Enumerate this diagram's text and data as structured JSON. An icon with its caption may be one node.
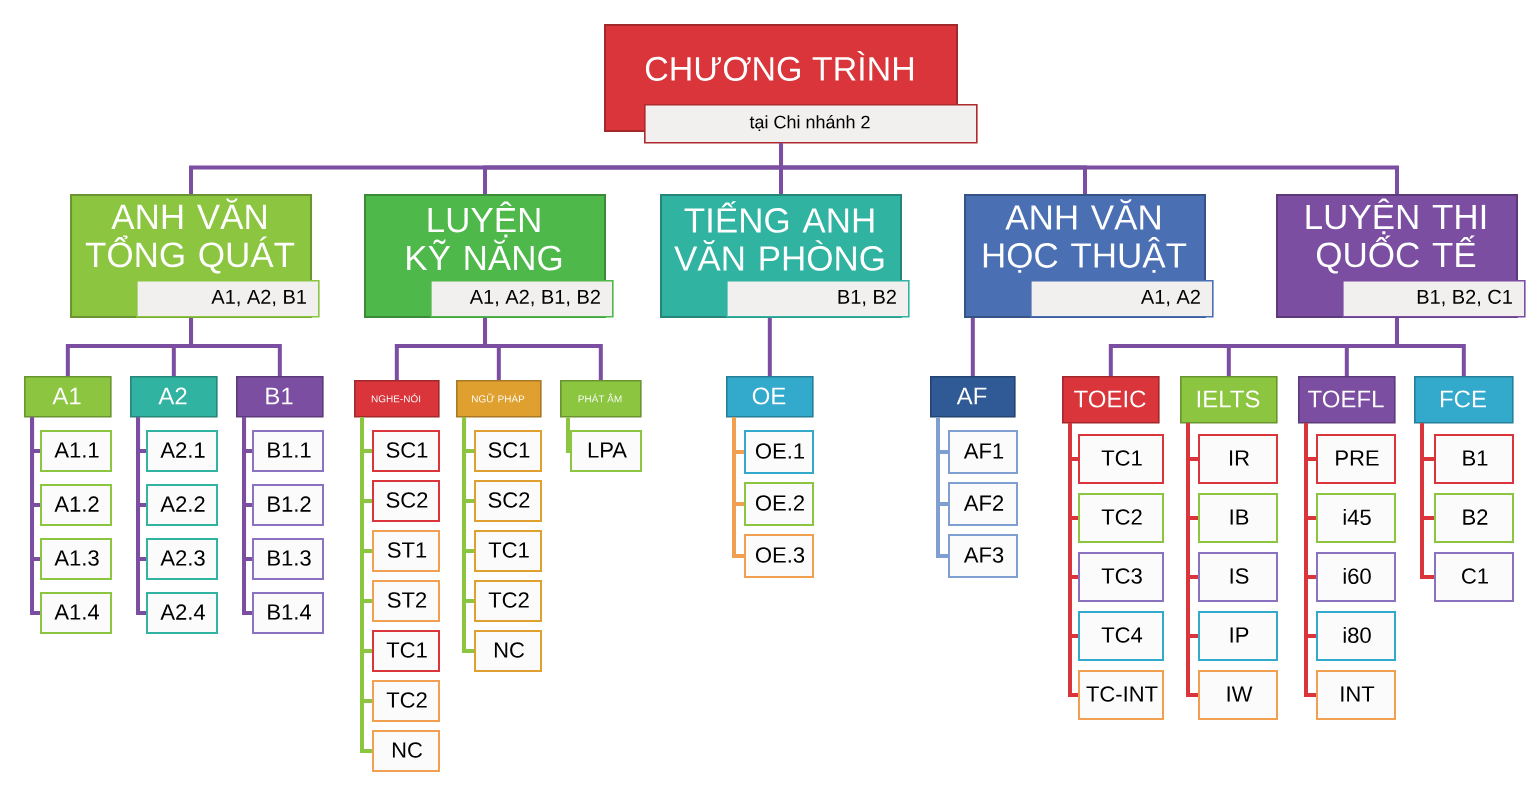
{
  "diagram": {
    "nodes": [
      {
        "text": [
          "CHƯƠNG TRÌNH",
          "tại Chi nhánh 2"
        ]
      },
      {
        "text": [
          "ANH VĂN TỔNG QUÁT",
          "A1, A2, B1"
        ]
      },
      {
        "text": [
          "LUYỆN KỸ NĂNG",
          "A1, A2, B1, B2"
        ]
      },
      {
        "text": [
          "TIẾNG ANH VĂN PHÒNG",
          "B1, B2"
        ]
      },
      {
        "text": [
          "ANH VĂN HỌC THUẬT",
          "A1, A2"
        ]
      },
      {
        "text": [
          "LUYỆN THI QUỐC TẾ",
          "B1, B2, C1"
        ]
      },
      {
        "text": [
          "A1"
        ]
      },
      {
        "text": [
          "A2"
        ]
      },
      {
        "text": [
          "B1"
        ]
      },
      {
        "text": [
          "NGHE-NÓI"
        ]
      },
      {
        "text": [
          "NGỮ PHÁP"
        ]
      },
      {
        "text": [
          "PHÁT ÂM"
        ]
      },
      {
        "text": [
          "OE"
        ]
      },
      {
        "text": [
          "AF"
        ]
      },
      {
        "text": [
          "TOEIC"
        ]
      },
      {
        "text": [
          "IELTS"
        ]
      },
      {
        "text": [
          "TOEFL"
        ]
      },
      {
        "text": [
          "FCE"
        ]
      },
      {
        "text": [
          "A1.1"
        ]
      },
      {
        "text": [
          "A1.2"
        ]
      },
      {
        "text": [
          "A1.3"
        ]
      },
      {
        "text": [
          "A1.4"
        ]
      },
      {
        "text": [
          "A2.1"
        ]
      },
      {
        "text": [
          "A2.2"
        ]
      },
      {
        "text": [
          "A2.3"
        ]
      },
      {
        "text": [
          "A2.4"
        ]
      },
      {
        "text": [
          "B1.1"
        ]
      },
      {
        "text": [
          "B1.2"
        ]
      },
      {
        "text": [
          "B1.3"
        ]
      },
      {
        "text": [
          "B1.4"
        ]
      },
      {
        "text": [
          "SC1"
        ]
      },
      {
        "text": [
          "SC2"
        ]
      },
      {
        "text": [
          "ST1"
        ]
      },
      {
        "text": [
          "ST2"
        ]
      },
      {
        "text": [
          "TC1"
        ]
      },
      {
        "text": [
          "TC2"
        ]
      },
      {
        "text": [
          "NC"
        ]
      },
      {
        "text": [
          "SC1"
        ]
      },
      {
        "text": [
          "SC2"
        ]
      },
      {
        "text": [
          "TC1"
        ]
      },
      {
        "text": [
          "TC2"
        ]
      },
      {
        "text": [
          "NC"
        ]
      },
      {
        "text": [
          "LPA"
        ]
      },
      {
        "text": [
          "OE.1"
        ]
      },
      {
        "text": [
          "OE.2"
        ]
      },
      {
        "text": [
          "OE.3"
        ]
      },
      {
        "text": [
          "AF1"
        ]
      },
      {
        "text": [
          "AF2"
        ]
      },
      {
        "text": [
          "AF3"
        ]
      },
      {
        "text": [
          "TC1"
        ]
      },
      {
        "text": [
          "TC2"
        ]
      },
      {
        "text": [
          "TC3"
        ]
      },
      {
        "text": [
          "TC4"
        ]
      },
      {
        "text": [
          "TC-INT"
        ]
      },
      {
        "text": [
          "IR"
        ]
      },
      {
        "text": [
          "IB"
        ]
      },
      {
        "text": [
          "IS"
        ]
      },
      {
        "text": [
          "IP"
        ]
      },
      {
        "text": [
          "IW"
        ]
      },
      {
        "text": [
          "PRE"
        ]
      },
      {
        "text": [
          "i45"
        ]
      },
      {
        "text": [
          "i60"
        ]
      },
      {
        "text": [
          "i80"
        ]
      },
      {
        "text": [
          "INT"
        ]
      },
      {
        "text": [
          "B1"
        ]
      },
      {
        "text": [
          "B2"
        ]
      },
      {
        "text": [
          "C1"
        ]
      }
    ],
    "edges": [
      {
        "from": 0,
        "to": 1,
        "arrow": "none"
      },
      {
        "from": 0,
        "to": 2,
        "arrow": "none"
      },
      {
        "from": 0,
        "to": 3,
        "arrow": "none"
      },
      {
        "from": 0,
        "to": 4,
        "arrow": "none"
      },
      {
        "from": 0,
        "to": 5,
        "arrow": "none"
      },
      {
        "from": 1,
        "to": 6,
        "arrow": "none"
      },
      {
        "from": 1,
        "to": 7,
        "arrow": "none"
      },
      {
        "from": 1,
        "to": 8,
        "arrow": "none"
      },
      {
        "from": 2,
        "to": 9,
        "arrow": "none"
      },
      {
        "from": 2,
        "to": 10,
        "arrow": "none"
      },
      {
        "from": 2,
        "to": 11,
        "arrow": "none"
      },
      {
        "from": 3,
        "to": 12,
        "arrow": "none"
      },
      {
        "from": 4,
        "to": 13,
        "arrow": "none"
      },
      {
        "from": 5,
        "to": 14,
        "arrow": "none"
      },
      {
        "from": 5,
        "to": 15,
        "arrow": "none"
      },
      {
        "from": 5,
        "to": 16,
        "arrow": "none"
      },
      {
        "from": 5,
        "to": 17,
        "arrow": "none"
      },
      {
        "from": 6,
        "to": 18,
        "arrow": "none"
      },
      {
        "from": 6,
        "to": 19,
        "arrow": "none"
      },
      {
        "from": 6,
        "to": 20,
        "arrow": "none"
      },
      {
        "from": 6,
        "to": 21,
        "arrow": "none"
      },
      {
        "from": 7,
        "to": 22,
        "arrow": "none"
      },
      {
        "from": 7,
        "to": 23,
        "arrow": "none"
      },
      {
        "from": 7,
        "to": 24,
        "arrow": "none"
      },
      {
        "from": 7,
        "to": 25,
        "arrow": "none"
      },
      {
        "from": 8,
        "to": 26,
        "arrow": "none"
      },
      {
        "from": 8,
        "to": 27,
        "arrow": "none"
      },
      {
        "from": 8,
        "to": 28,
        "arrow": "none"
      },
      {
        "from": 8,
        "to": 29,
        "arrow": "none"
      },
      {
        "from": 9,
        "to": 30,
        "arrow": "none",
        "color": "#8cc540"
      },
      {
        "from": 9,
        "to": 31,
        "arrow": "none",
        "color": "#8cc540"
      },
      {
        "from": 9,
        "to": 32,
        "arrow": "none",
        "color": "#8cc540"
      },
      {
        "from": 9,
        "to": 33,
        "arrow": "none",
        "color": "#8cc540"
      },
      {
        "from": 9,
        "to": 34,
        "arrow": "none",
        "color": "#8cc540"
      },
      {
        "from": 9,
        "to": 35,
        "arrow": "none",
        "color": "#8cc540"
      },
      {
        "from": 9,
        "to": 36,
        "arrow": "none",
        "color": "#8cc540"
      },
      {
        "from": 10,
        "to": 37,
        "arrow": "none",
        "color": "#8cc540"
      },
      {
        "from": 10,
        "to": 38,
        "arrow": "none",
        "color": "#8cc540"
      },
      {
        "from": 10,
        "to": 39,
        "arrow": "none",
        "color": "#8cc540"
      },
      {
        "from": 10,
        "to": 40,
        "arrow": "none",
        "color": "#8cc540"
      },
      {
        "from": 10,
        "to": 41,
        "arrow": "none",
        "color": "#8cc540"
      },
      {
        "from": 11,
        "to": 42,
        "arrow": "none",
        "color": "#8cc540"
      },
      {
        "from": 12,
        "to": 43,
        "arrow": "none",
        "color": "#f0a050"
      },
      {
        "from": 12,
        "to": 44,
        "arrow": "none",
        "color": "#f0a050"
      },
      {
        "from": 12,
        "to": 45,
        "arrow": "none",
        "color": "#f0a050"
      },
      {
        "from": 13,
        "to": 46,
        "arrow": "none",
        "color": "#7f9fd0"
      },
      {
        "from": 13,
        "to": 47,
        "arrow": "none",
        "color": "#7f9fd0"
      },
      {
        "from": 13,
        "to": 48,
        "arrow": "none",
        "color": "#7f9fd0"
      },
      {
        "from": 14,
        "to": 49,
        "arrow": "none",
        "color": "#d9353a"
      },
      {
        "from": 14,
        "to": 50,
        "arrow": "none",
        "color": "#d9353a"
      },
      {
        "from": 14,
        "to": 51,
        "arrow": "none",
        "color": "#d9353a"
      },
      {
        "from": 14,
        "to": 52,
        "arrow": "none",
        "color": "#d9353a"
      },
      {
        "from": 14,
        "to": 53,
        "arrow": "none",
        "color": "#d9353a"
      },
      {
        "from": 15,
        "to": 54,
        "arrow": "none",
        "color": "#d9353a"
      },
      {
        "from": 15,
        "to": 55,
        "arrow": "none",
        "color": "#d9353a"
      },
      {
        "from": 15,
        "to": 56,
        "arrow": "none",
        "color": "#d9353a"
      },
      {
        "from": 15,
        "to": 57,
        "arrow": "none",
        "color": "#d9353a"
      },
      {
        "from": 15,
        "to": 58,
        "arrow": "none",
        "color": "#d9353a"
      },
      {
        "from": 16,
        "to": 59,
        "arrow": "none",
        "color": "#d9353a"
      },
      {
        "from": 16,
        "to": 60,
        "arrow": "none",
        "color": "#d9353a"
      },
      {
        "from": 16,
        "to": 61,
        "arrow": "none",
        "color": "#d9353a"
      },
      {
        "from": 16,
        "to": 62,
        "arrow": "none",
        "color": "#d9353a"
      },
      {
        "from": 16,
        "to": 63,
        "arrow": "none",
        "color": "#d9353a"
      },
      {
        "from": 17,
        "to": 64,
        "arrow": "none",
        "color": "#d9353a"
      },
      {
        "from": 17,
        "to": 65,
        "arrow": "none",
        "color": "#d9353a"
      },
      {
        "from": 17,
        "to": 66,
        "arrow": "none",
        "color": "#d9353a"
      }
    ]
  }
}
